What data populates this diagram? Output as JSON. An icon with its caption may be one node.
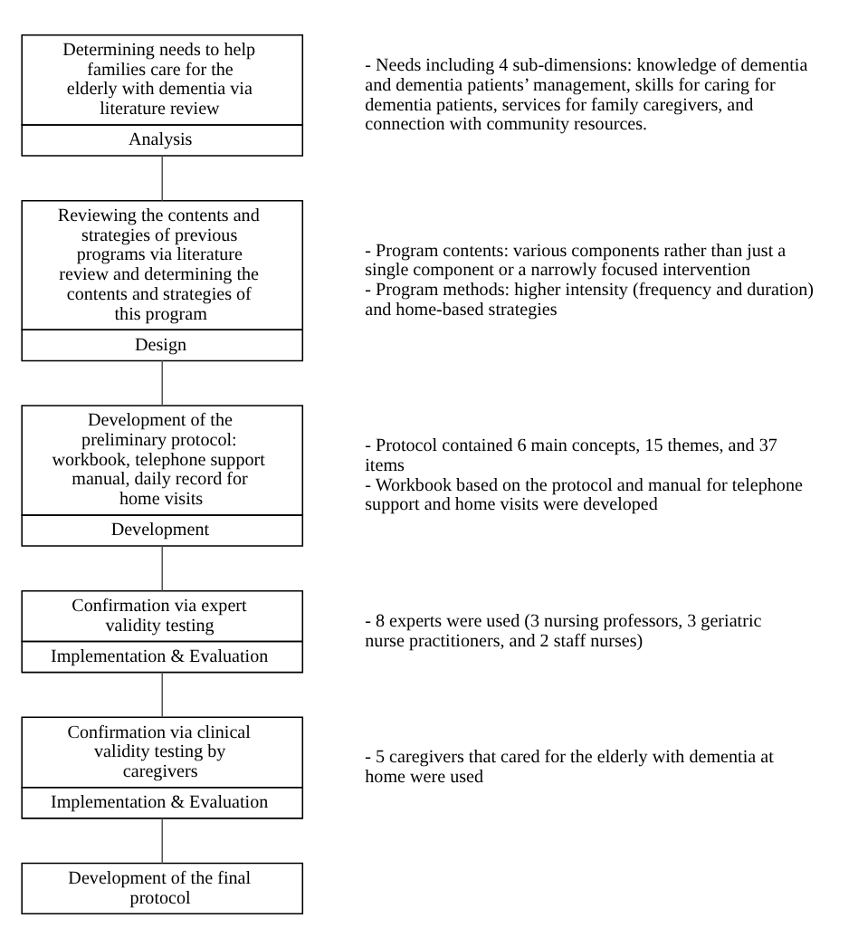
{
  "diagram": {
    "nodes": [
      {
        "text": [
          "Determining needs to help families care for the elderly with dementia via literature review",
          "Analysis"
        ],
        "beside": [
          "- Needs including 4 sub-dimensions: knowledge of dementia and dementia patients’ management, skills for caring for dementia patients, services for family caregivers, and connection with community resources."
        ]
      },
      {
        "text": [
          "Reviewing the contents and strategies of previous programs via literature review and determining the contents and strategies of this program",
          "Design"
        ],
        "beside": [
          "- Program contents: various components rather than just a single component or a narrowly focused intervention",
          "- Program methods: higher intensity (frequency and duration) and home-based strategies"
        ]
      },
      {
        "text": [
          "Development of the preliminary protocol: workbook, telephone support manual, daily record for home visits",
          "Development"
        ],
        "beside": [
          "- Protocol contained 6 main concepts, 15 themes, and 37 items",
          "- Workbook based on the protocol and manual for telephone support and home visits were developed"
        ]
      },
      {
        "text": [
          "Confirmation via expert validity testing",
          "Implementation & Evaluation"
        ],
        "beside": [
          "- 8 experts were used (3 nursing professors, 3 geriatric nurse practitioners, and 2 staff nurses)"
        ]
      },
      {
        "text": [
          "Confirmation via clinical validity testing by caregivers",
          "Implementation & Evaluation"
        ],
        "beside": [
          "- 5 caregivers that cared for the elderly with dementia at home were used"
        ]
      },
      {
        "text": [
          "Development of the final protocol"
        ]
      }
    ],
    "edges": [
      {
        "from": 0,
        "to": 1,
        "arrow": "none"
      },
      {
        "from": 1,
        "to": 2,
        "arrow": "none"
      },
      {
        "from": 2,
        "to": 3,
        "arrow": "none"
      },
      {
        "from": 3,
        "to": 4,
        "arrow": "none"
      },
      {
        "from": 4,
        "to": 5,
        "arrow": "none"
      }
    ]
  }
}
